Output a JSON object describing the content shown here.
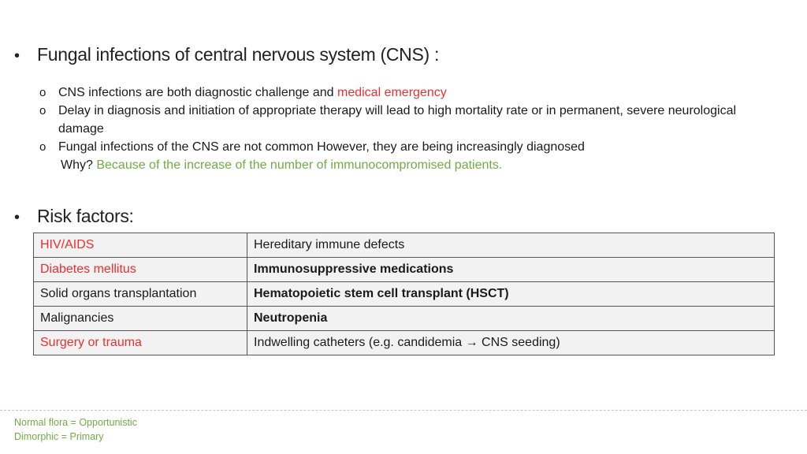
{
  "sections": {
    "fungal": {
      "bullet": "•",
      "title": "Fungal infections of central nervous system (CNS) :"
    },
    "risk": {
      "bullet": "•",
      "title": "Risk factors:"
    }
  },
  "points": {
    "marker": "o",
    "p1_text": "CNS infections are both diagnostic challenge and ",
    "p1_highlight": "medical emergency",
    "p2_text": "Delay in diagnosis and initiation of appropriate therapy will lead to high mortality rate or in permanent, severe neurological damage",
    "p3_text": "Fungal infections of the CNS  are not common However, they are being increasingly diagnosed",
    "why_label": "Why? ",
    "why_answer": "Because of the increase of the number of immunocompromised patients."
  },
  "risk_table": {
    "rows": [
      {
        "left": "HIV/AIDS",
        "right": "Hereditary immune defects"
      },
      {
        "left": "Diabetes mellitus",
        "right": "Immunosuppressive medications"
      },
      {
        "left": "Solid organs transplantation",
        "right": "Hematopoietic stem cell transplant (HSCT)"
      },
      {
        "left": "Malignancies",
        "right": "Neutropenia"
      },
      {
        "left": "Surgery or trauma",
        "right": "Indwelling catheters (e.g. candidemia ",
        "right_arrow": "→",
        "right_tail": " CNS seeding)"
      }
    ]
  },
  "footer": {
    "line1": "Normal flora = Opportunistic",
    "line2": "Dimorphic = Primary"
  },
  "colors": {
    "red": "#e8312f",
    "green": "#72ab46"
  }
}
